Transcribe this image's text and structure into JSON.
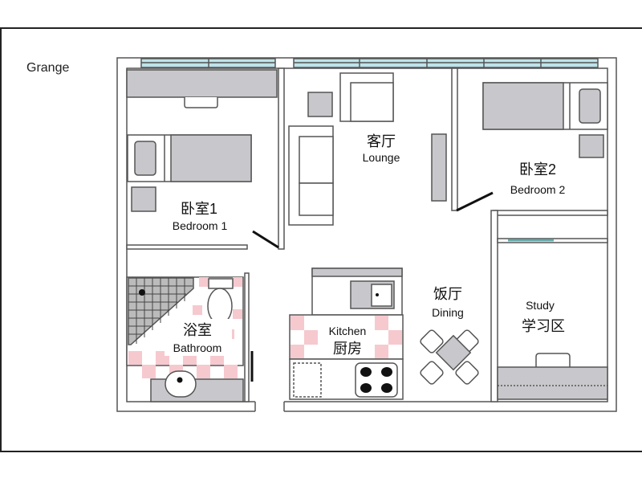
{
  "caption": "Grange",
  "rooms": {
    "bedroom1": {
      "cn": "卧室1",
      "en": "Bedroom 1"
    },
    "lounge": {
      "cn": "客厅",
      "en": "Lounge"
    },
    "bedroom2": {
      "cn": "卧室2",
      "en": "Bedroom 2"
    },
    "bathroom": {
      "cn": "浴室",
      "en": "Bathroom"
    },
    "kitchen": {
      "cn": "厨房",
      "en": "Kitchen"
    },
    "dining": {
      "cn": "饭厅",
      "en": "Dining"
    },
    "study": {
      "cn": "学习区",
      "en": "Study"
    }
  },
  "colors": {
    "wall": "#555555",
    "furniture": "#c8c8cc",
    "window": "#bfe3ea",
    "tile": "#f6c9cf"
  }
}
